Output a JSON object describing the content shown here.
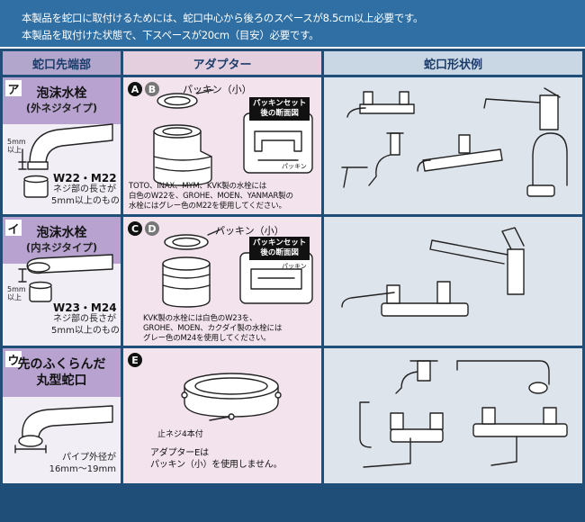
{
  "header": {
    "line1": "本製品を蛇口に取付けるためには、蛇口中心から後ろのスペースが8.5cm以上必要です。",
    "line2": "本製品を取付けた状態で、下スペースが20cm（目安）必要です。"
  },
  "columns": {
    "tip": "蛇口先端部",
    "adapter": "アダプター",
    "example": "蛇口形状例"
  },
  "rows": [
    {
      "letter": "ア",
      "title": "泡沫水栓",
      "subtitle": "(外ネジタイプ)",
      "dim": "5mm\n以上",
      "spec": "W22・M22",
      "note": "ネジ部の長さが\n5mm以上のもの",
      "badge_a": "A",
      "badge_b": "B",
      "packing": "パッキン（小）",
      "set_label": "パッキンセット\n後の断面図",
      "packing_small": "パッキン",
      "adapter_note": "TOTO、INAX、MYM、KVK製の水栓には\n白色のW22を、GROHE、MOEN、YANMAR製の\n水栓にはグレー色のM22を使用してください。"
    },
    {
      "letter": "イ",
      "title": "泡沫水栓",
      "subtitle": "(内ネジタイプ)",
      "dim": "5mm\n以上",
      "spec": "W23・M24",
      "note": "ネジ部の長さが\n5mm以上のもの",
      "badge_a": "C",
      "badge_b": "D",
      "packing": "パッキン（小）",
      "set_label": "パッキンセット\n後の断面図",
      "packing_small": "パッキン",
      "adapter_note": "KVK製の水栓には白色のW23を、\nGROHE、MOEN、カクダイ製の水栓には\nグレー色のM24を使用してください。"
    },
    {
      "letter": "ウ",
      "title": "先のふくらんだ\n丸型蛇口",
      "note": "パイプ外径が\n16mm〜19mm",
      "badge_a": "E",
      "screw_label": "止ネジ4本付",
      "adapter_note": "アダプターEは\nパッキン（小）を使用しません。"
    }
  ]
}
